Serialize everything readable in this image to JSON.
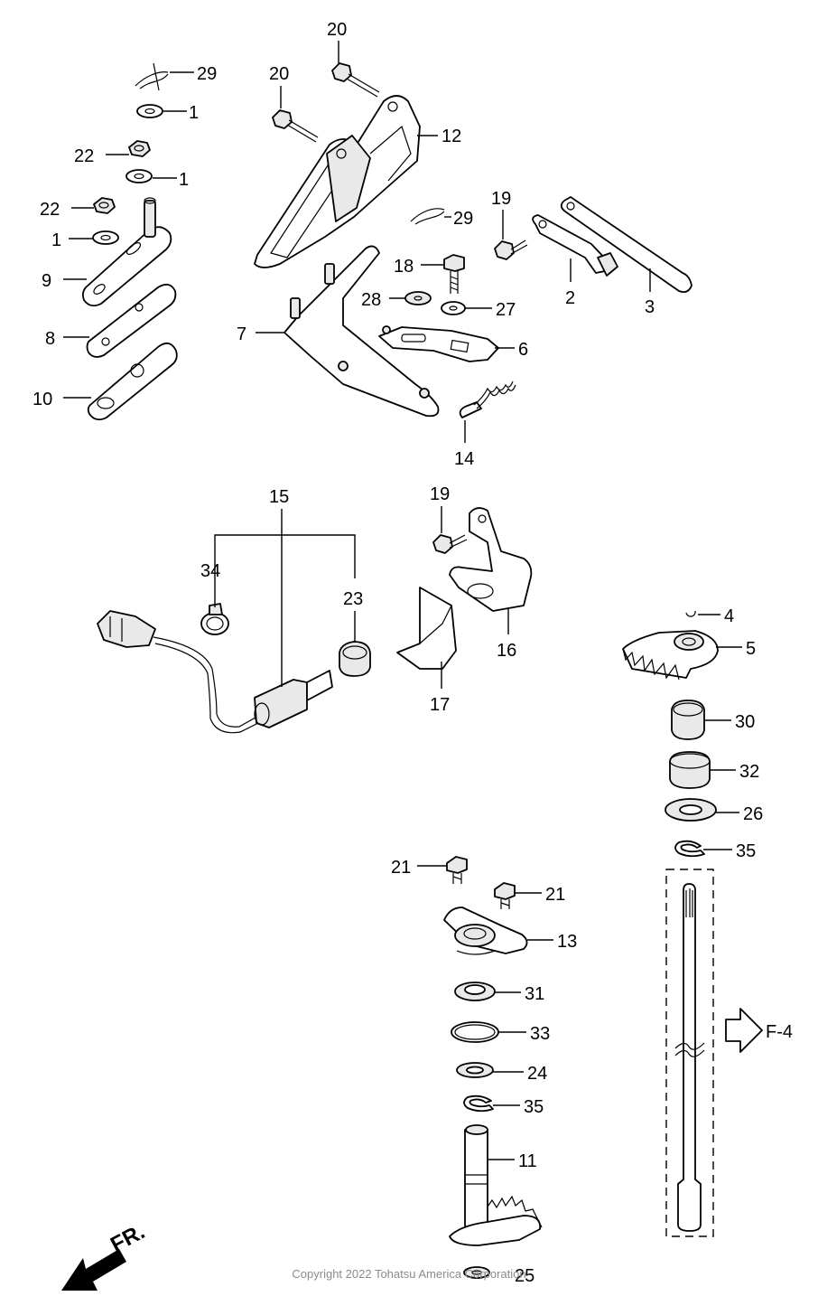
{
  "diagram": {
    "callouts": [
      "29",
      "1",
      "22",
      "1",
      "22",
      "1",
      "9",
      "8",
      "10",
      "20",
      "20",
      "12",
      "7",
      "19",
      "29",
      "18",
      "28",
      "27",
      "2",
      "3",
      "6",
      "14",
      "15",
      "34",
      "23",
      "19",
      "16",
      "17",
      "4",
      "5",
      "30",
      "32",
      "26",
      "35",
      "21",
      "21",
      "13",
      "31",
      "33",
      "24",
      "35",
      "11",
      "25"
    ],
    "reference": "F-4",
    "front_label": "FR.",
    "copyright": "Copyright 2022 Tohatsu America Corporation"
  }
}
